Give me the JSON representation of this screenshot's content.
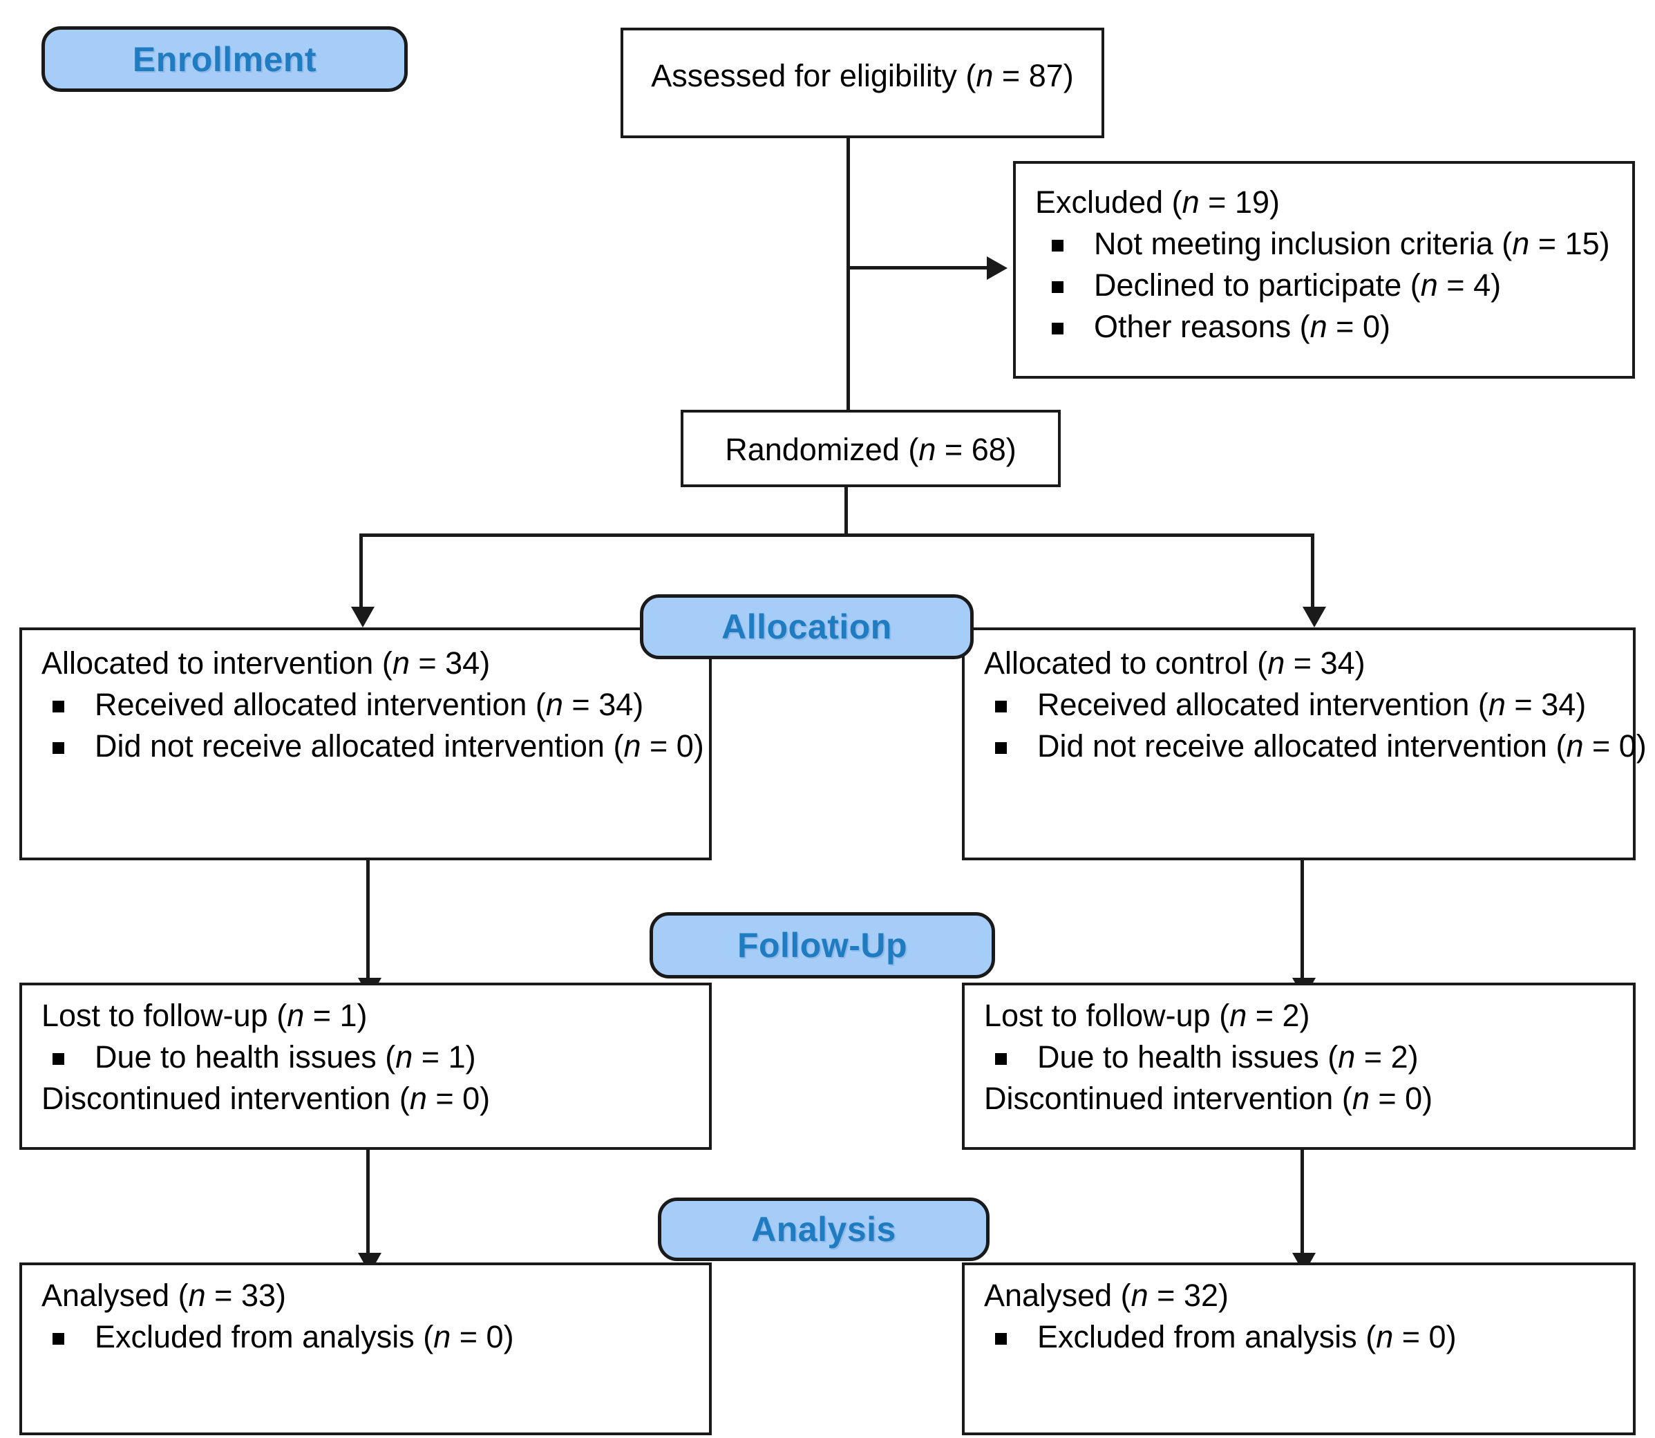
{
  "diagram": {
    "title": "CONSORT participant flow diagram",
    "colors": {
      "pill_fill": "#a6ccf8",
      "pill_text": "#1f7cc0",
      "border": "#1a1a1a",
      "background": "#ffffff",
      "text": "#000000"
    }
  },
  "stages": {
    "enrollment": "Enrollment",
    "allocation": "Allocation",
    "followup": "Follow-Up",
    "analysis": "Analysis"
  },
  "enrollment": {
    "assessed": {
      "text": "Assessed for eligibility (n = 87)",
      "label": "Assessed for eligibility",
      "n": "87"
    },
    "excluded": {
      "heading": "Excluded (n = 19)",
      "heading_label": "Excluded",
      "heading_n": "19",
      "reasons": [
        {
          "text": "Not meeting inclusion criteria (n = 15)",
          "label": "Not meeting inclusion criteria",
          "n": "15"
        },
        {
          "text": "Declined to participate (n = 4)",
          "label": "Declined to participate",
          "n": "4"
        },
        {
          "text": "Other reasons (n = 0)",
          "label": "Other reasons",
          "n": "0"
        }
      ]
    },
    "randomized": {
      "text": "Randomized (n = 68)",
      "label": "Randomized",
      "n": "68"
    }
  },
  "allocation": {
    "left": {
      "heading": "Allocated to intervention (n = 34)",
      "heading_label": "Allocated to intervention",
      "heading_n": "34",
      "items": [
        {
          "text": "Received allocated intervention (n = 34)",
          "label": "Received allocated intervention",
          "n": "34"
        },
        {
          "text": "Did not receive allocated intervention (n = 0)",
          "label": "Did not receive allocated intervention",
          "n": "0"
        }
      ]
    },
    "right": {
      "heading": "Allocated to control (n = 34)",
      "heading_label": "Allocated to control",
      "heading_n": "34",
      "items": [
        {
          "text": "Received allocated intervention (n = 34)",
          "label": "Received allocated intervention",
          "n": "34"
        },
        {
          "text": "Did not receive allocated intervention (n = 0)",
          "label": "Did not receive allocated intervention",
          "n": "0"
        }
      ]
    }
  },
  "followup": {
    "left": {
      "heading": "Lost to follow-up (n = 1)",
      "heading_label": "Lost to follow-up",
      "heading_n": "1",
      "items": [
        {
          "text": "Due to health issues (n = 1)",
          "label": "Due to health issues",
          "n": "1"
        }
      ],
      "footer": "Discontinued intervention (n = 0)",
      "footer_label": "Discontinued intervention",
      "footer_n": "0"
    },
    "right": {
      "heading": "Lost to follow-up (n = 2)",
      "heading_label": "Lost to follow-up",
      "heading_n": "2",
      "items": [
        {
          "text": "Due to health issues (n = 2)",
          "label": "Due to health issues",
          "n": "2"
        }
      ],
      "footer": "Discontinued intervention (n = 0)",
      "footer_label": "Discontinued intervention",
      "footer_n": "0"
    }
  },
  "analysis": {
    "left": {
      "heading": "Analysed (n = 33)",
      "heading_label": "Analysed",
      "heading_n": "33",
      "items": [
        {
          "text": "Excluded from analysis (n = 0)",
          "label": "Excluded from analysis",
          "n": "0"
        }
      ]
    },
    "right": {
      "heading": "Analysed (n = 32)",
      "heading_label": "Analysed",
      "heading_n": "32",
      "items": [
        {
          "text": "Excluded from analysis (n = 0)",
          "label": "Excluded from analysis",
          "n": "0"
        }
      ]
    }
  }
}
